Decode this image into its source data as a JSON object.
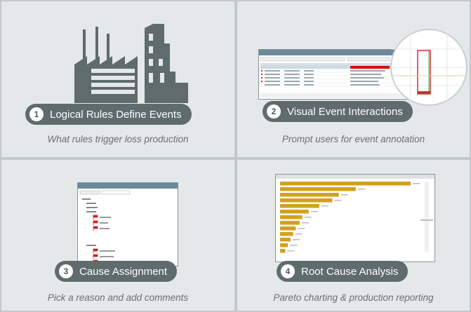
{
  "panels": [
    {
      "num": "1",
      "title": "Logical Rules Define Events",
      "caption": "What rules trigger loss production"
    },
    {
      "num": "2",
      "title": "Visual Event Interactions",
      "caption": "Prompt users for event annotation"
    },
    {
      "num": "3",
      "title": "Cause Assignment",
      "caption": "Pick a reason and add comments"
    },
    {
      "num": "4",
      "title": "Root Cause Analysis",
      "caption": "Pareto charting & production reporting"
    }
  ],
  "colors": {
    "pill": "#5f6b6d",
    "caption": "#6a6f70",
    "factory": "#5f6b6d",
    "bar": "#d4a020",
    "highlight": "#e00000"
  },
  "icons": [
    "factory-icon",
    "magnifier-icon",
    "flag-icon"
  ],
  "pareto": {
    "values": [
      100,
      58,
      45,
      40,
      30,
      22,
      17,
      15,
      12,
      10,
      8,
      6,
      4
    ]
  }
}
